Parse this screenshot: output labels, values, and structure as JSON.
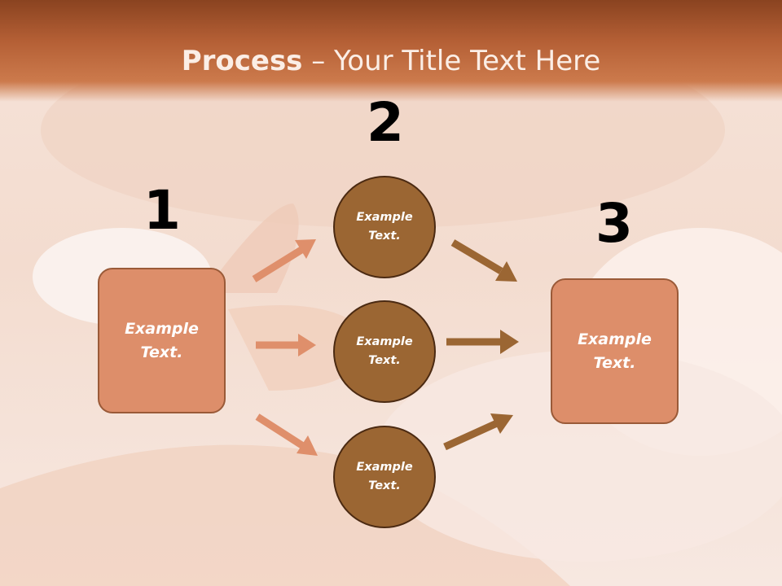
{
  "slide": {
    "title_bold": "Process",
    "title_rest": " – Your Title Text Here"
  },
  "steps": {
    "num1": "1",
    "num2": "2",
    "num3": "3"
  },
  "left_box": {
    "text": "Example\nText."
  },
  "circles": [
    {
      "text": "Example\nText."
    },
    {
      "text": "Example\nText."
    },
    {
      "text": "Example\nText."
    }
  ],
  "right_box": {
    "text": "Example\nText."
  },
  "colors": {
    "title_bar": "#b45f35",
    "box_fill": "#dd8e6a",
    "circle_fill": "#9b6633",
    "arrow_light": "#df8f6b",
    "arrow_dark": "#9b6633"
  }
}
